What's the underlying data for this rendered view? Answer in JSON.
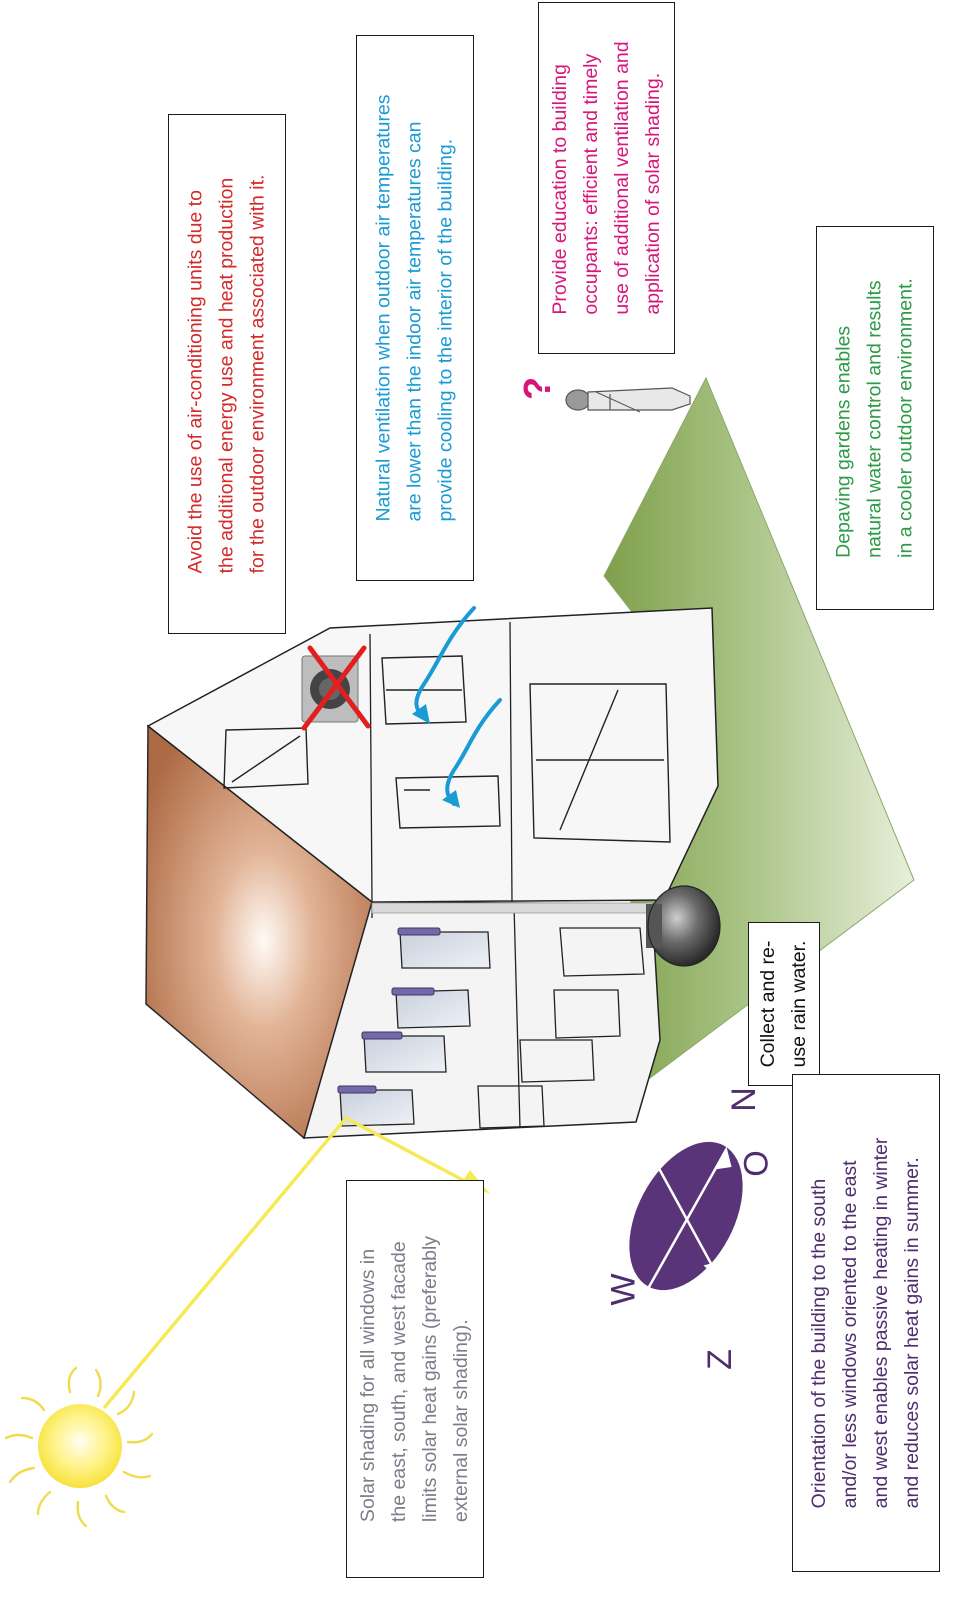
{
  "notes": {
    "air_conditioning": {
      "lines": [
        "Avoid the use of air-conditioning units due to",
        "the additional energy use and heat production",
        "for the outdoor environment associated with it."
      ],
      "color": "#d42a2a"
    },
    "natural_ventilation": {
      "lines": [
        "Natural ventilation when outdoor air temperatures",
        "are lower than the indoor air temperatures can",
        "provide cooling to the interior of the building."
      ],
      "color": "#1a9bd6"
    },
    "education": {
      "lines": [
        "Provide education to building",
        "occupants: efficient and timely",
        "use of additional ventilation and",
        "application of solar shading."
      ],
      "color": "#d8157a"
    },
    "depaving": {
      "lines": [
        "Depaving gardens enables",
        "natural water control and results",
        "in a cooler outdoor environment."
      ],
      "color": "#2c9a46"
    },
    "rain_water": {
      "lines": [
        "Collect and re-",
        "use rain water."
      ],
      "color": "#111111"
    },
    "solar_shading": {
      "lines": [
        "Solar shading for all windows in",
        "the east, south, and west facade",
        "limits solar heat gains (preferably",
        "external solar shading)."
      ],
      "color": "#7d7d8a"
    },
    "orientation": {
      "lines": [
        "Orientation of the building to the south",
        "and/or less windows oriented to the east",
        "and west enables passive heating in winter",
        "and reduces solar heat gains in summer."
      ],
      "color": "#4f2d6e"
    }
  },
  "compass": {
    "north": "N",
    "east": "O",
    "south": "Z",
    "west": "W",
    "color": "#5a3478"
  },
  "colors": {
    "roof": "#b8714a",
    "garden": "#9fbe7a",
    "sun": "#ffe94d",
    "sun_ray": "#f5ea55",
    "airflow": "#1a9bd6",
    "cross": "#e02020"
  },
  "icons": [
    "sun-icon",
    "compass-icon",
    "rain-barrel-icon",
    "air-conditioner-icon",
    "airflow-arrow-icon",
    "occupant-figure-icon",
    "question-mark-icon"
  ]
}
